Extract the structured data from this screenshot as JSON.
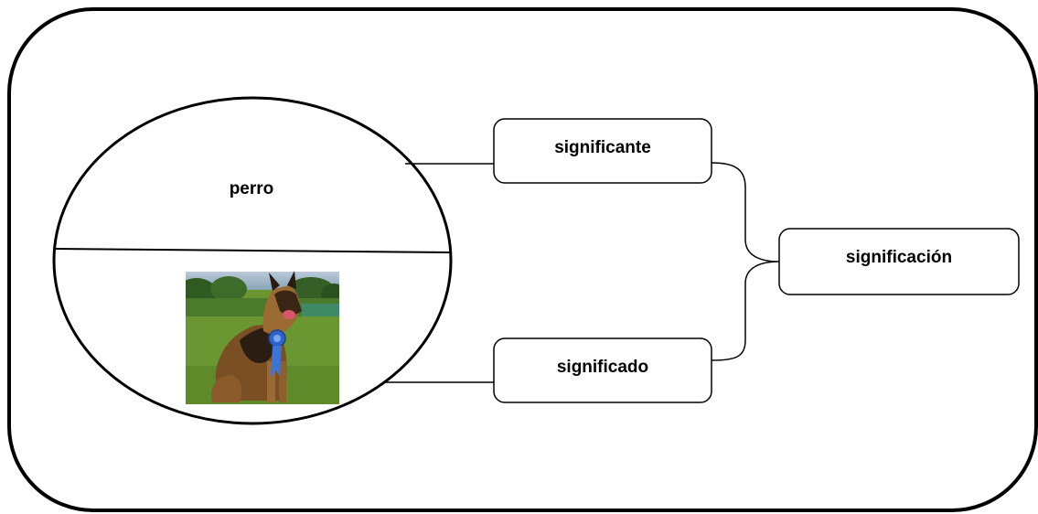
{
  "diagram": {
    "word_label": "perro",
    "picture_description_icon": "german-shepherd-photo-icon",
    "significante_label": "significante",
    "significado_label": "significado",
    "significacion_label": "significación"
  },
  "colors": {
    "stroke": "#000000",
    "background": "#ffffff"
  }
}
